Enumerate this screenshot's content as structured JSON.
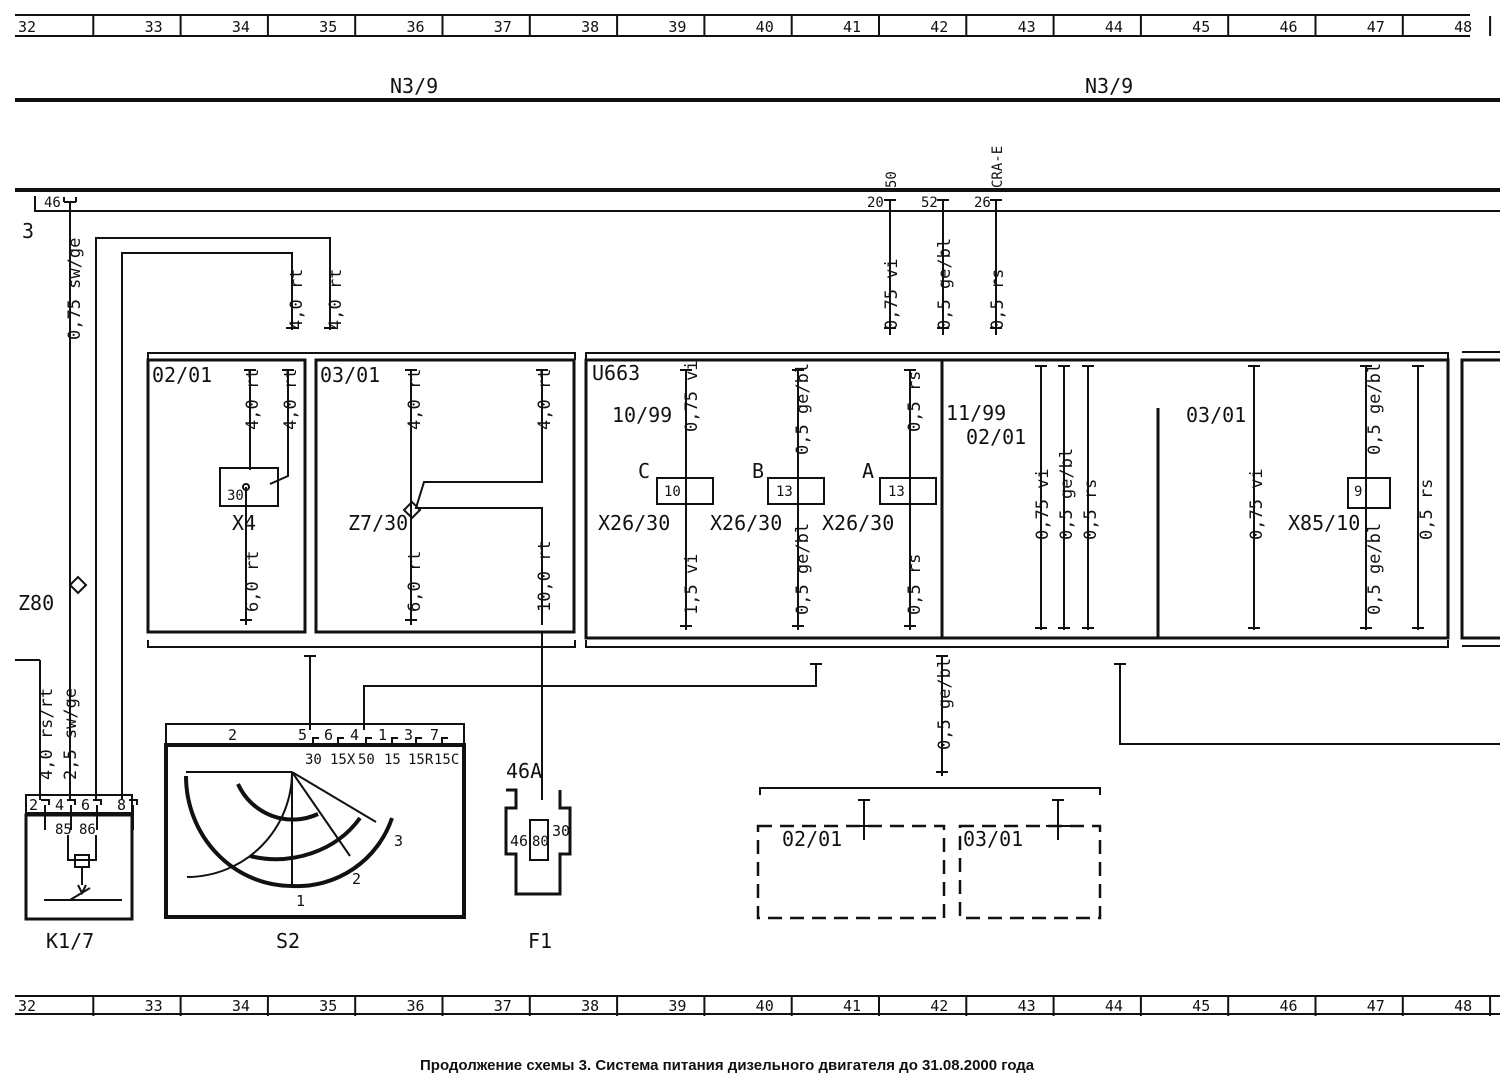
{
  "grid": [
    "32",
    "33",
    "34",
    "35",
    "36",
    "37",
    "38",
    "39",
    "40",
    "41",
    "42",
    "43",
    "44",
    "45",
    "46",
    "47",
    "48"
  ],
  "bus": {
    "left_label": "N3/9",
    "right_label": "N3/9",
    "line_number": "3",
    "pin_46": "46",
    "pin_20": "20",
    "pin_52": "52",
    "pin_26": "26",
    "top_50": "50",
    "top_cra": "CRA-E"
  },
  "wires": {
    "sw_ge_075": "0,75 sw/ge",
    "rt_40": "4,0 rt",
    "vi_075": "0,75 vi",
    "gebl_05": "0,5 ge/bl",
    "rs_05": "0,5 rs",
    "rt_60": "6,0 rt",
    "rt_100": "10,0 rt",
    "vi_15": "1,5 vi",
    "rsrt_40": "4,0 rs/rt",
    "swge_25": "2,5 sw/ge"
  },
  "boxes": {
    "b1_variant": "02/01",
    "b2_variant": "03/01",
    "u663": "U663",
    "v_1099": "10/99",
    "v_1199": "11/99",
    "v_0201": "02/01",
    "v_0301": "03/01",
    "d1_variant": "02/01",
    "d2_variant": "03/01"
  },
  "components": {
    "x4": "X4",
    "x4_pin": "30",
    "z730": "Z7/30",
    "x2630": "X26/30",
    "x8510": "X85/10",
    "conn_c": "C",
    "conn_b": "B",
    "conn_a": "A",
    "pin_10": "10",
    "pin_13": "13",
    "pin_9": "9",
    "z80": "Z80",
    "k17": "K1/7",
    "s2": "S2",
    "f1": "F1",
    "f46a": "46A",
    "f46": "46",
    "f30": "30",
    "f80": "80"
  },
  "relay": {
    "pins": [
      "2",
      "4",
      "6",
      "8"
    ],
    "inner": [
      "85",
      "86"
    ]
  },
  "switch": {
    "pins_top": [
      "2",
      "5",
      "6",
      "4",
      "1",
      "3",
      "7"
    ],
    "terminals": [
      "30",
      "15X",
      "50",
      "15",
      "15R",
      "15C"
    ],
    "pos": [
      "1",
      "2",
      "3"
    ]
  },
  "caption": "Продолжение схемы 3. Система питания дизельного двигателя до 31.08.2000 года"
}
